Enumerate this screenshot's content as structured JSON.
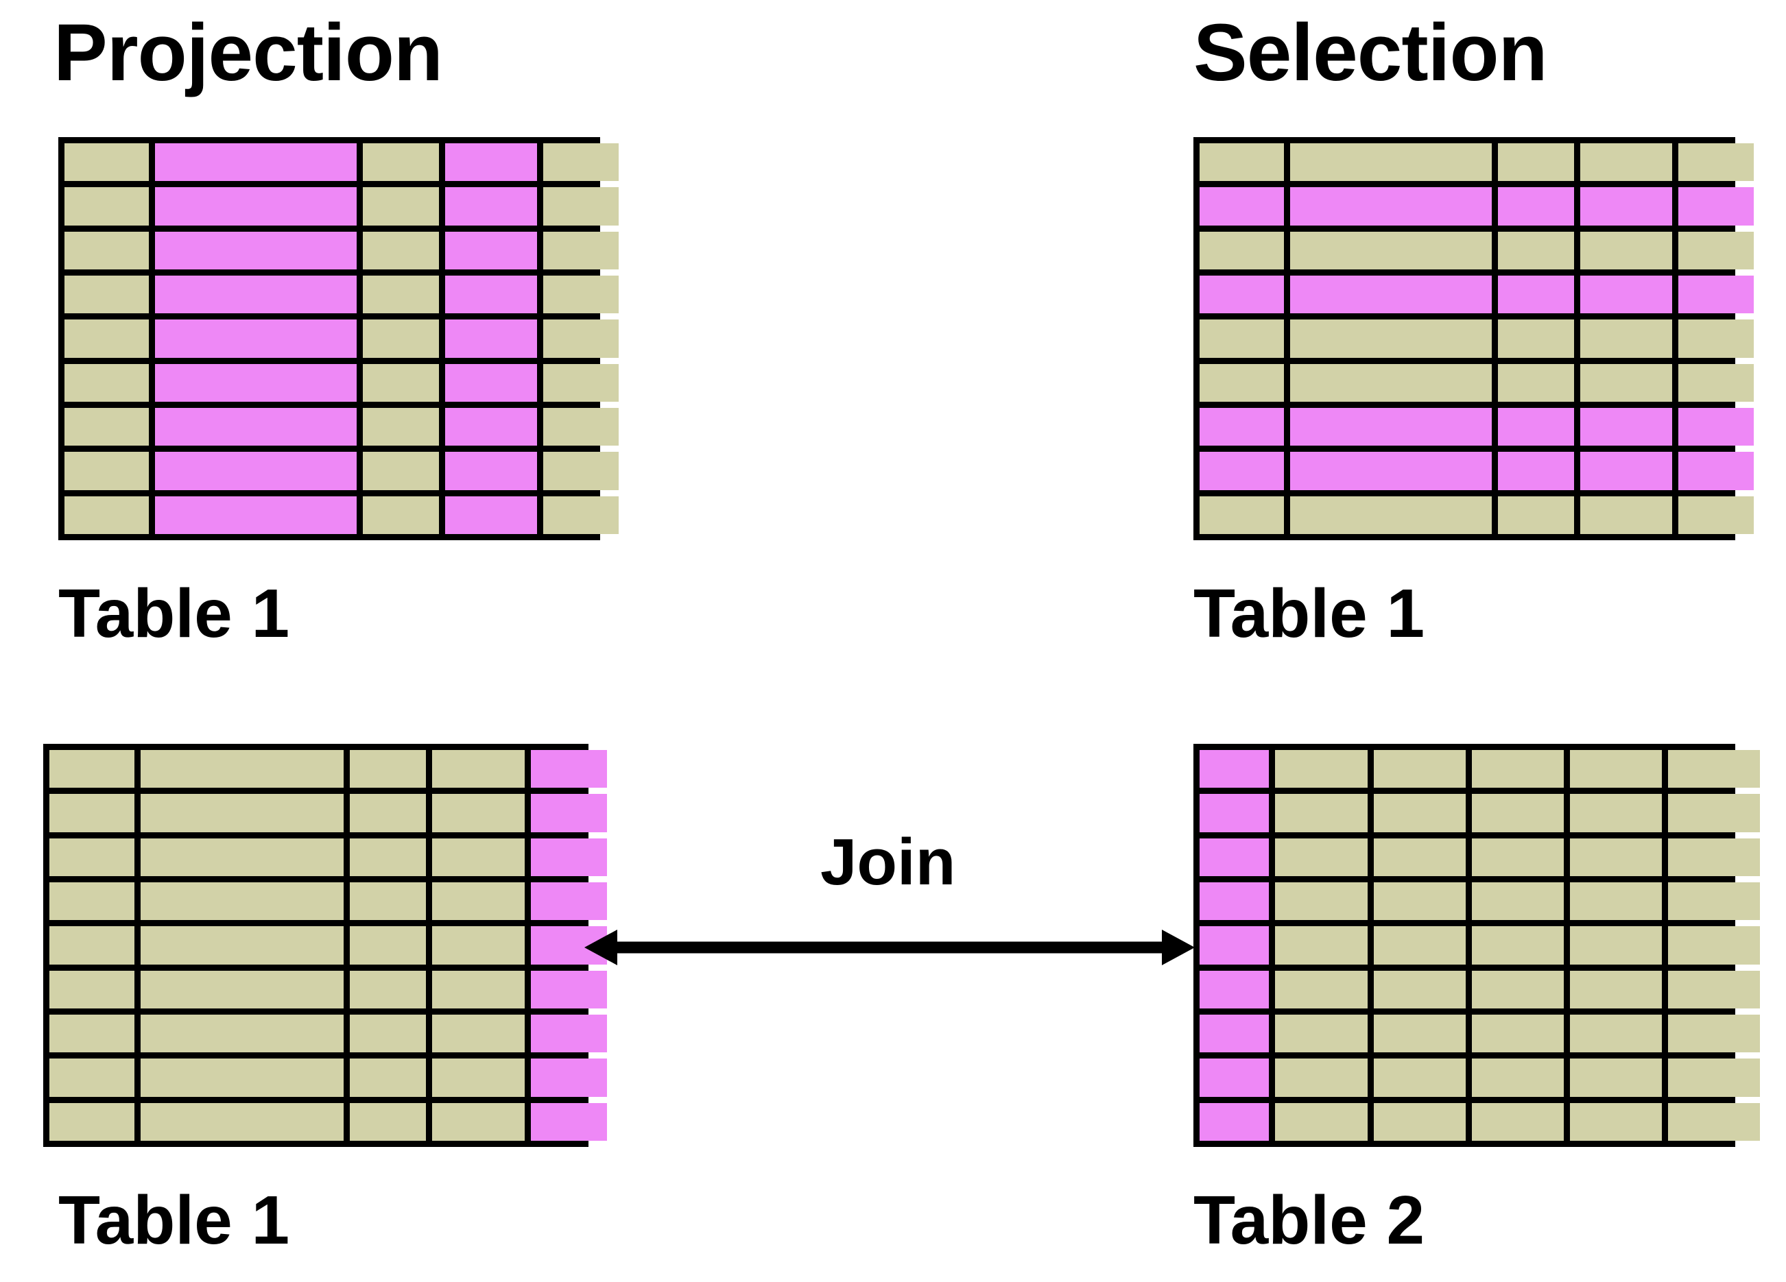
{
  "page": {
    "background": "#ffffff",
    "colors": {
      "plain_cell": "#d2d2a8",
      "highlight_cell": "#ee88f6",
      "border": "#000000",
      "text": "#000000"
    }
  },
  "panels": {
    "projection": {
      "title": "Projection",
      "caption": "Table 1",
      "table": {
        "columns": 5,
        "rows": 9,
        "column_weights": [
          78,
          187,
          70,
          85,
          70
        ],
        "highlight_mode": "columns",
        "highlighted_columns": [
          2,
          4
        ]
      }
    },
    "selection": {
      "title": "Selection",
      "caption": "Table 1",
      "table": {
        "columns": 5,
        "rows": 9,
        "column_weights": [
          78,
          187,
          70,
          85,
          70
        ],
        "highlight_mode": "rows",
        "highlighted_rows": [
          2,
          4,
          7,
          8
        ]
      }
    },
    "join_left": {
      "title": "",
      "caption": "Table 1",
      "table": {
        "columns": 5,
        "rows": 9,
        "column_weights": [
          78,
          187,
          70,
          85,
          70
        ],
        "highlight_mode": "columns",
        "highlighted_columns": [
          5
        ]
      }
    },
    "join_right": {
      "title": "",
      "caption": "Table 2",
      "table": {
        "columns": 6,
        "rows": 9,
        "column_weights": [
          62,
          82,
          82,
          82,
          82,
          82
        ],
        "highlight_mode": "columns",
        "highlighted_columns": [
          1
        ]
      }
    }
  },
  "join": {
    "label": "Join",
    "arrow": "double-headed-horizontal-arrow"
  }
}
